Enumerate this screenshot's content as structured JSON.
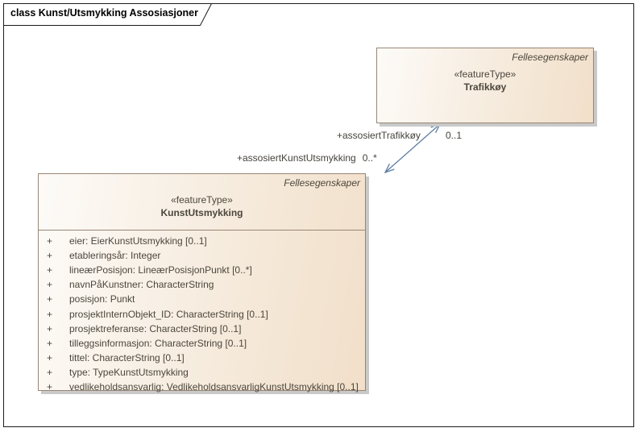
{
  "frame": {
    "title": "class Kunst/Utsmykking Assosiasjoner"
  },
  "classes": [
    {
      "package": "Fellesegenskaper",
      "stereotype": "«featureType»",
      "name": "Trafikkøy"
    },
    {
      "package": "Fellesegenskaper",
      "stereotype": "«featureType»",
      "name": "KunstUtsmykking",
      "attributes": [
        {
          "vis": "+",
          "text": "eier: EierKunstUtsmykking [0..1]"
        },
        {
          "vis": "+",
          "text": "etableringsår: Integer"
        },
        {
          "vis": "+",
          "text": "lineærPosisjon: LineærPosisjonPunkt [0..*]"
        },
        {
          "vis": "+",
          "text": "navnPåKunstner: CharacterString"
        },
        {
          "vis": "+",
          "text": "posisjon: Punkt"
        },
        {
          "vis": "+",
          "text": "prosjektInternObjekt_ID: CharacterString [0..1]"
        },
        {
          "vis": "+",
          "text": "prosjektreferanse: CharacterString [0..1]"
        },
        {
          "vis": "+",
          "text": "tilleggsinformasjon: CharacterString [0..1]"
        },
        {
          "vis": "+",
          "text": "tittel: CharacterString [0..1]"
        },
        {
          "vis": "+",
          "text": "type: TypeKunstUtsmykking"
        },
        {
          "vis": "+",
          "text": "vedlikeholdsansvarlig: VedlikeholdsansvarligKunstUtsmykking [0..1]"
        }
      ]
    }
  ],
  "association": {
    "end_trafikkoy": {
      "role": "+assosiertTrafikkøy",
      "multiplicity": "0..1"
    },
    "end_kunstutsmykking": {
      "role": "+assosiertKunstUtsmykking",
      "multiplicity": "0..*"
    }
  },
  "colors": {
    "box_fill_light": "#fdfbf8",
    "box_fill_dark": "#f1dfc9",
    "box_border": "#998675",
    "box_shadow": "#c9c9c9",
    "frame_border": "#1c1c1c",
    "association_line": "#5f7ea4",
    "text": "#4c463c"
  }
}
